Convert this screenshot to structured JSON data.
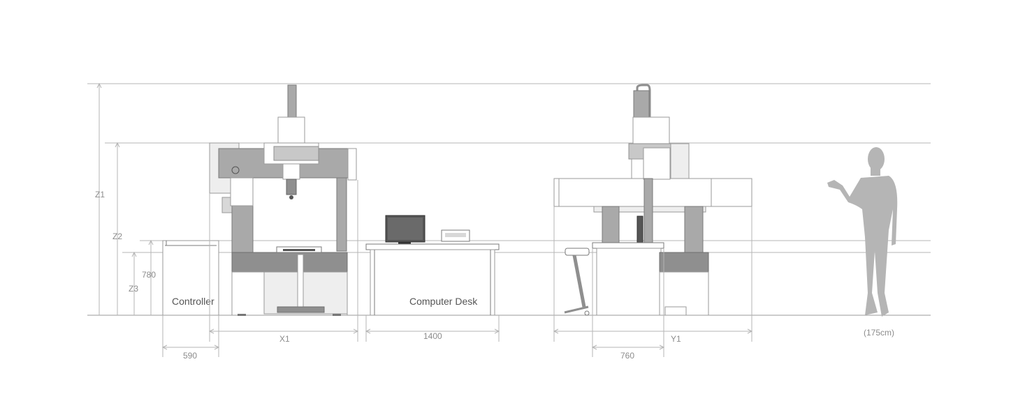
{
  "dimensions": {
    "z1": "Z1",
    "z2": "Z2",
    "z3": "Z3",
    "h780": "780",
    "x1": "X1",
    "w1400": "1400",
    "w590": "590",
    "y1": "Y1",
    "w760": "760",
    "person_height": "(175cm)"
  },
  "labels": {
    "controller": "Controller",
    "computer_desk": "Computer Desk"
  },
  "colors": {
    "machine_gray": "#a9a9a9",
    "machine_dark": "#8f8f8f",
    "panel_light": "#eeeeee",
    "person": "#b5b5b5",
    "line": "#b5b5b5",
    "text": "#8c8c8c"
  }
}
